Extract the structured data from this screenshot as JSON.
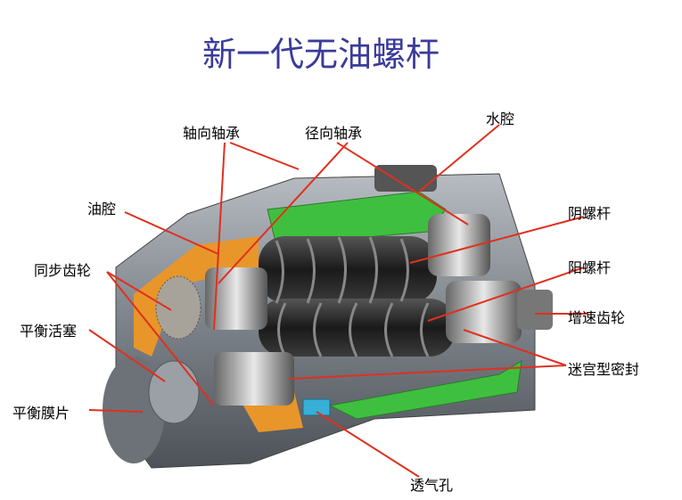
{
  "title": "新一代无油螺杆",
  "labels": {
    "axial_bearing": "轴向轴承",
    "radial_bearing": "径向轴承",
    "water_cavity": "水腔",
    "oil_cavity": "油腔",
    "female_rotor": "阴螺杆",
    "timing_gear": "同步齿轮",
    "male_rotor": "阳螺杆",
    "speed_gear": "增速齿轮",
    "balance_piston": "平衡活塞",
    "labyrinth_seal": "迷宫型密封",
    "balance_diaphragm": "平衡膜片",
    "vent_hole": "透气孔"
  },
  "colors": {
    "leader": "#e0301e",
    "water": "#3fbf3f",
    "oil": "#e8962a",
    "body": "#8a8f96",
    "title": "#3b3b9a"
  }
}
